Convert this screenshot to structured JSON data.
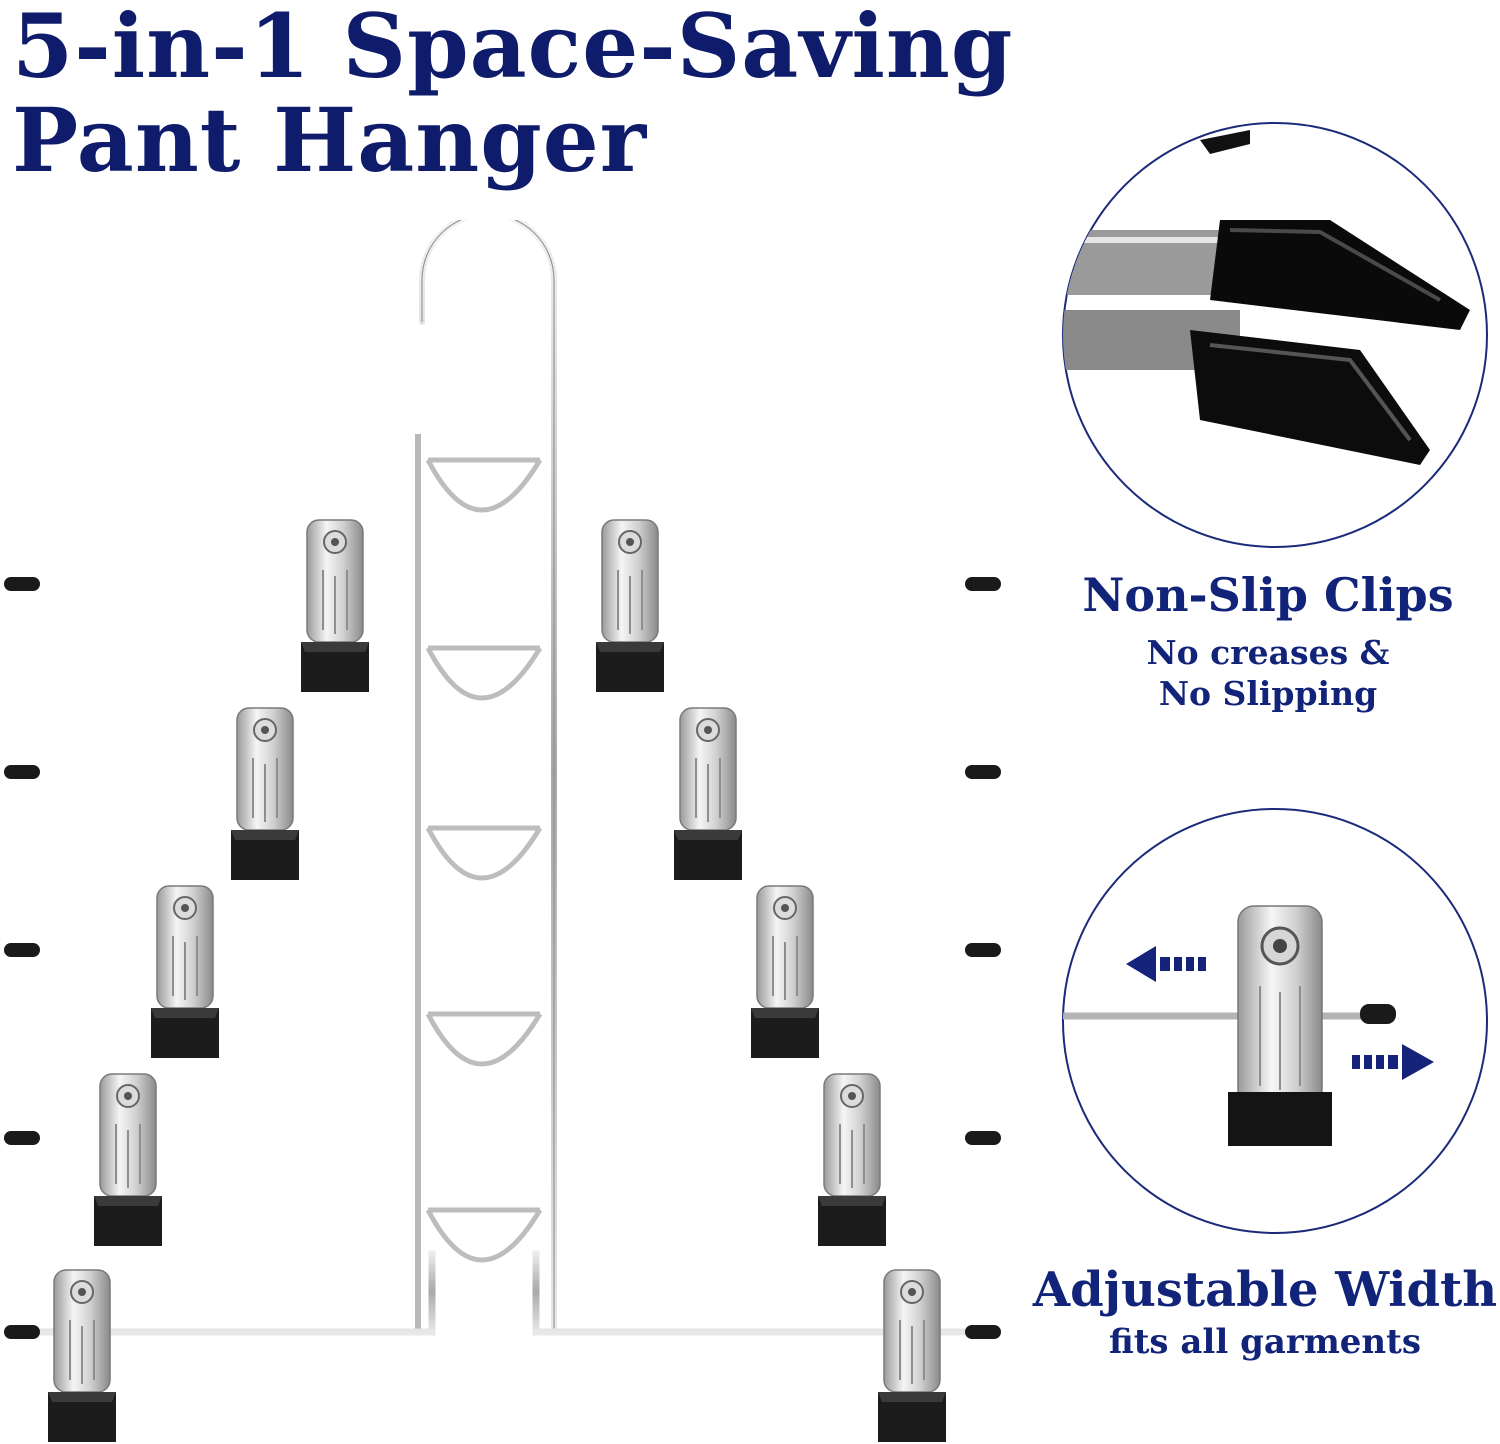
{
  "title": {
    "line1": "5-in-1 Space-Saving",
    "line2": "Pant Hanger"
  },
  "features": {
    "clips": {
      "title": "Non-Slip Clips",
      "subtitle_line1": "No creases &",
      "subtitle_line2": "No Slipping"
    },
    "width": {
      "title": "Adjustable Width",
      "subtitle": "fits all garments"
    }
  },
  "colors": {
    "headline": "#0f1c6b",
    "feature_text": "#12237a",
    "arrow": "#16237a",
    "metal": "#c9c9c9",
    "rubber": "#1a1a1a"
  },
  "icons": [
    "hanger-hook-icon",
    "clip-icon",
    "arrow-left-icon",
    "arrow-right-icon"
  ]
}
